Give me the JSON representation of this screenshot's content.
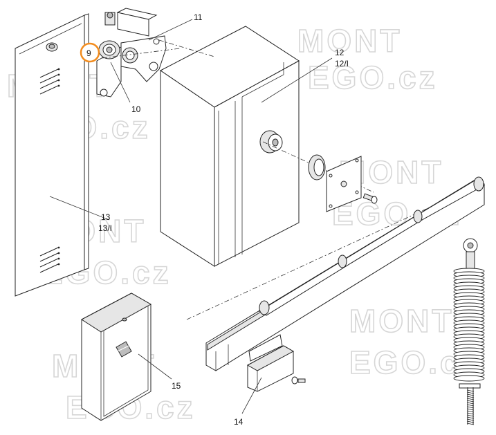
{
  "watermark": {
    "line1": "MONT",
    "line2": "EGO.cz"
  },
  "callouts": {
    "c9": "9",
    "c10": "10",
    "c11": "11",
    "c12a": "12",
    "c12b": "12/I",
    "c13a": "13",
    "c13b": "13/I",
    "c14": "14",
    "c15": "15"
  },
  "highlight": {
    "target": "9",
    "color": "#f28c1e"
  }
}
